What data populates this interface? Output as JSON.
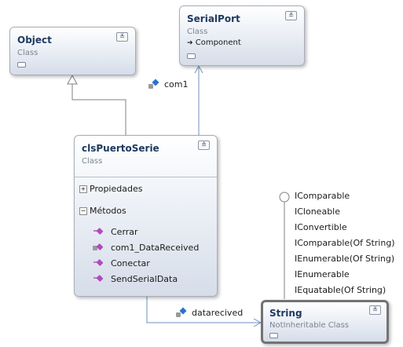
{
  "classes": {
    "object": {
      "name": "Object",
      "kind": "Class"
    },
    "serialport": {
      "name": "SerialPort",
      "kind": "Class",
      "base": "Component"
    },
    "clspuertoserie": {
      "name": "clsPuertoSerie",
      "kind": "Class",
      "sections": {
        "properties": "Propiedades",
        "methods": "Métodos"
      },
      "methods": [
        "Cerrar",
        "com1_DataReceived",
        "Conectar",
        "SendSerialData"
      ]
    },
    "string": {
      "name": "String",
      "kind": "NotInheritable Class"
    }
  },
  "associations": {
    "com1": "com1",
    "datarecived": "datarecived"
  },
  "interfaces": [
    "IComparable",
    "ICloneable",
    "IConvertible",
    "IComparable(Of String)",
    "IEnumerable(Of String)",
    "IEnumerable",
    "IEquatable(Of String)"
  ],
  "glyphs": {
    "collapse": "≚",
    "expand": "≙",
    "plus": "+",
    "minus": "−",
    "arrow": "➔"
  },
  "colors": {
    "connector": "#6d8fbd",
    "inheritance": "#808080",
    "method": "#b04ac0",
    "field": "#2f6fd0"
  }
}
